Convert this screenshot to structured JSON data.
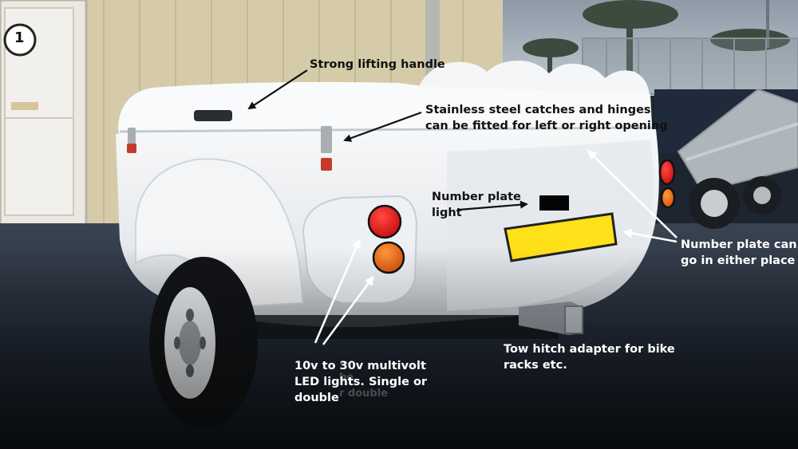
{
  "signage": {
    "door_sign_number": "1"
  },
  "annotations": {
    "lifting_handle": "Strong lifting handle",
    "catches_hinges": "Stainless steel catches and hinges\ncan be fitted for left or right opening",
    "number_plate_light": "Number plate\nlight",
    "number_plate_position": "Number plate can\ngo in either place",
    "tow_hitch": "Tow hitch adapter for bike\nracks etc.",
    "led_lights": "10v to 30v multivolt\nLED lights. Single or\ndouble",
    "ghost_text": "…\n              be\n   r double"
  },
  "colors": {
    "wall": "#d6ccaa",
    "sky": "#b6c0c8",
    "trailer_body": "#f1f3f4",
    "tarmac": "#2c3644",
    "lamp_red": "#e3161a",
    "lamp_amber": "#f46a12",
    "plate": "#ffe11a",
    "dark_arrow": "#111111",
    "light_arrow": "#ffffff"
  }
}
